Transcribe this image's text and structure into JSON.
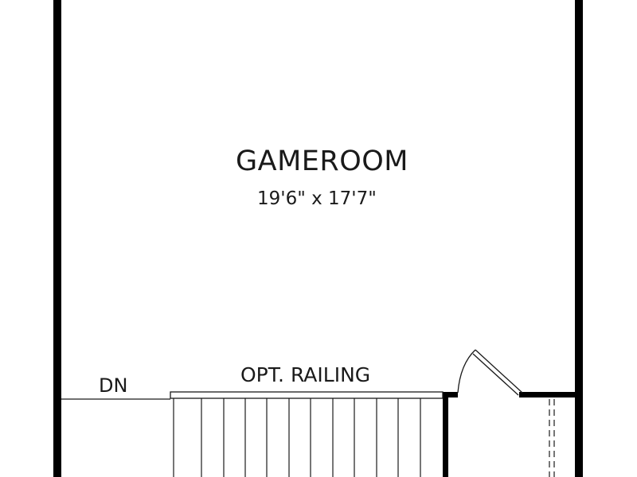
{
  "room": {
    "name": "GAMEROOM",
    "dimensions": "19'6\" x 17'7\""
  },
  "stairs": {
    "direction_label": "DN",
    "railing_label": "OPT. RAILING"
  },
  "colors": {
    "wall": "#000000",
    "line": "#1a1a1a",
    "background": "#ffffff"
  }
}
